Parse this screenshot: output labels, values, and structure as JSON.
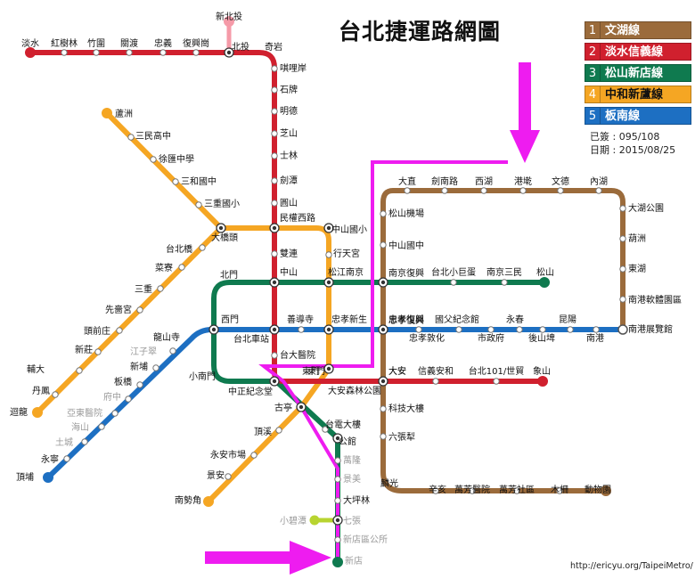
{
  "title": "台北捷運路網圖",
  "legend": [
    {
      "num": "1",
      "name": "文湖線",
      "color": "#9b6b3b"
    },
    {
      "num": "2",
      "name": "淡水信義線",
      "color": "#d0202e"
    },
    {
      "num": "3",
      "name": "松山新店線",
      "color": "#0f7a4f"
    },
    {
      "num": "4",
      "name": "中和新蘆線",
      "color": "#f5a623"
    },
    {
      "num": "5",
      "name": "板南線",
      "color": "#1d6fc2"
    }
  ],
  "meta": {
    "version": "已簽 : 095/108",
    "date": "日期 : 2015/08/25"
  },
  "credit": "http://ericyu.org/TaipeiMetro/",
  "lines": [
    {
      "id": "wenhu",
      "color": "#9b6b3b",
      "stations": [
        "大直",
        "劍南路",
        "西湖",
        "港墘",
        "文德",
        "內湖",
        "大湖公園",
        "葫洲",
        "東湖",
        "南港軟體園區",
        "南港展覽館",
        "松山機場",
        "中山國中",
        "南京復興",
        "忠孝復興",
        "大安",
        "科技大樓",
        "六張犁",
        "麟光",
        "辛亥",
        "萬芳醫院",
        "萬芳社區",
        "木柵",
        "動物園"
      ]
    },
    {
      "id": "tamsui-xinyi",
      "color": "#d0202e",
      "stations": [
        "淡水",
        "紅樹林",
        "竹圍",
        "關渡",
        "忠義",
        "復興崗",
        "北投",
        "新北投",
        "奇岩",
        "唭哩岸",
        "石牌",
        "明德",
        "芝山",
        "士林",
        "劍潭",
        "圓山",
        "民權西路",
        "雙連",
        "中山",
        "台北車站",
        "台大醫院",
        "中正紀念堂",
        "東門",
        "大安森林公園",
        "大安",
        "信義安和",
        "台北101/世貿",
        "象山"
      ]
    },
    {
      "id": "songshan-xindian",
      "color": "#0f7a4f",
      "stations": [
        "北門",
        "松江南京",
        "南京復興",
        "台北小巨蛋",
        "南京三民",
        "松山",
        "西門",
        "小南門",
        "中正紀念堂",
        "古亭",
        "台電大樓",
        "公館",
        "萬隆",
        "景美",
        "大坪林",
        "七張",
        "小碧潭",
        "新店區公所",
        "新店"
      ]
    },
    {
      "id": "zhonghe-xinlu",
      "color": "#f5a623",
      "stations": [
        "蘆洲",
        "三民高中",
        "徐匯中學",
        "三和國中",
        "三重國小",
        "大橋頭",
        "台北橋",
        "菜寮",
        "三重",
        "先嗇宮",
        "頭前庄",
        "新莊",
        "輔大",
        "丹鳳",
        "迴龍",
        "民權西路",
        "中山國小",
        "行天宮",
        "松江南京",
        "忠孝新生",
        "東門",
        "古亭",
        "頂溪",
        "永安市場",
        "景安",
        "南勢角"
      ]
    },
    {
      "id": "bannan",
      "color": "#1d6fc2",
      "stations": [
        "頂埔",
        "永寧",
        "土城",
        "海山",
        "亞東醫院",
        "府中",
        "板橋",
        "新埔",
        "江子翠",
        "龍山寺",
        "西門",
        "台北車站",
        "善導寺",
        "忠孝新生",
        "忠孝復興",
        "忠孝敦化",
        "國父紀念館",
        "市政府",
        "永春",
        "後山埤",
        "昆陽",
        "南港"
      ]
    }
  ]
}
